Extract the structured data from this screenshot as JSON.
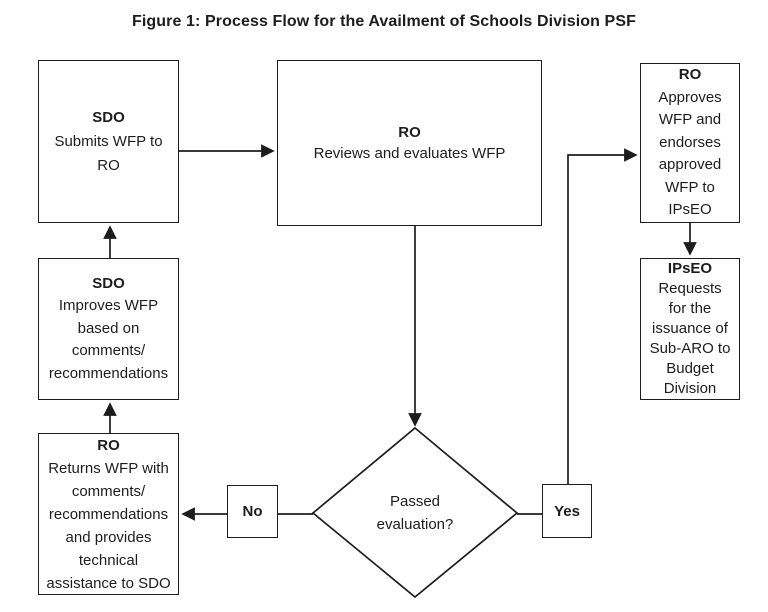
{
  "title": "Figure 1: Process Flow for the Availment of Schools Division PSF",
  "colors": {
    "ink": "#1d1d1d",
    "background": "#ffffff"
  },
  "flow": {
    "sdo_submit": {
      "header": "SDO",
      "body": [
        "Submits WFP to",
        "RO"
      ]
    },
    "ro_review": {
      "header": "RO",
      "body": [
        "Reviews and evaluates WFP"
      ]
    },
    "ro_approve": {
      "header": "RO",
      "body": [
        "Approves",
        "WFP and",
        "endorses",
        "approved",
        "WFP to",
        "IPsEO"
      ]
    },
    "ipseo_request": {
      "header": "IPsEO",
      "body": [
        "Requests",
        "for the",
        "issuance of",
        "Sub-ARO to",
        "Budget",
        "Division"
      ]
    },
    "sdo_improve": {
      "header": "SDO",
      "body": [
        "Improves WFP",
        "based on",
        "comments/",
        "recommendations"
      ]
    },
    "ro_return": {
      "header": "RO",
      "body": [
        "Returns WFP with",
        "comments/",
        "recommendations",
        "and provides",
        "technical",
        "assistance to SDO"
      ]
    },
    "decision": {
      "question": [
        "Passed",
        "evaluation?"
      ]
    },
    "branch_no": "No",
    "branch_yes": "Yes"
  }
}
